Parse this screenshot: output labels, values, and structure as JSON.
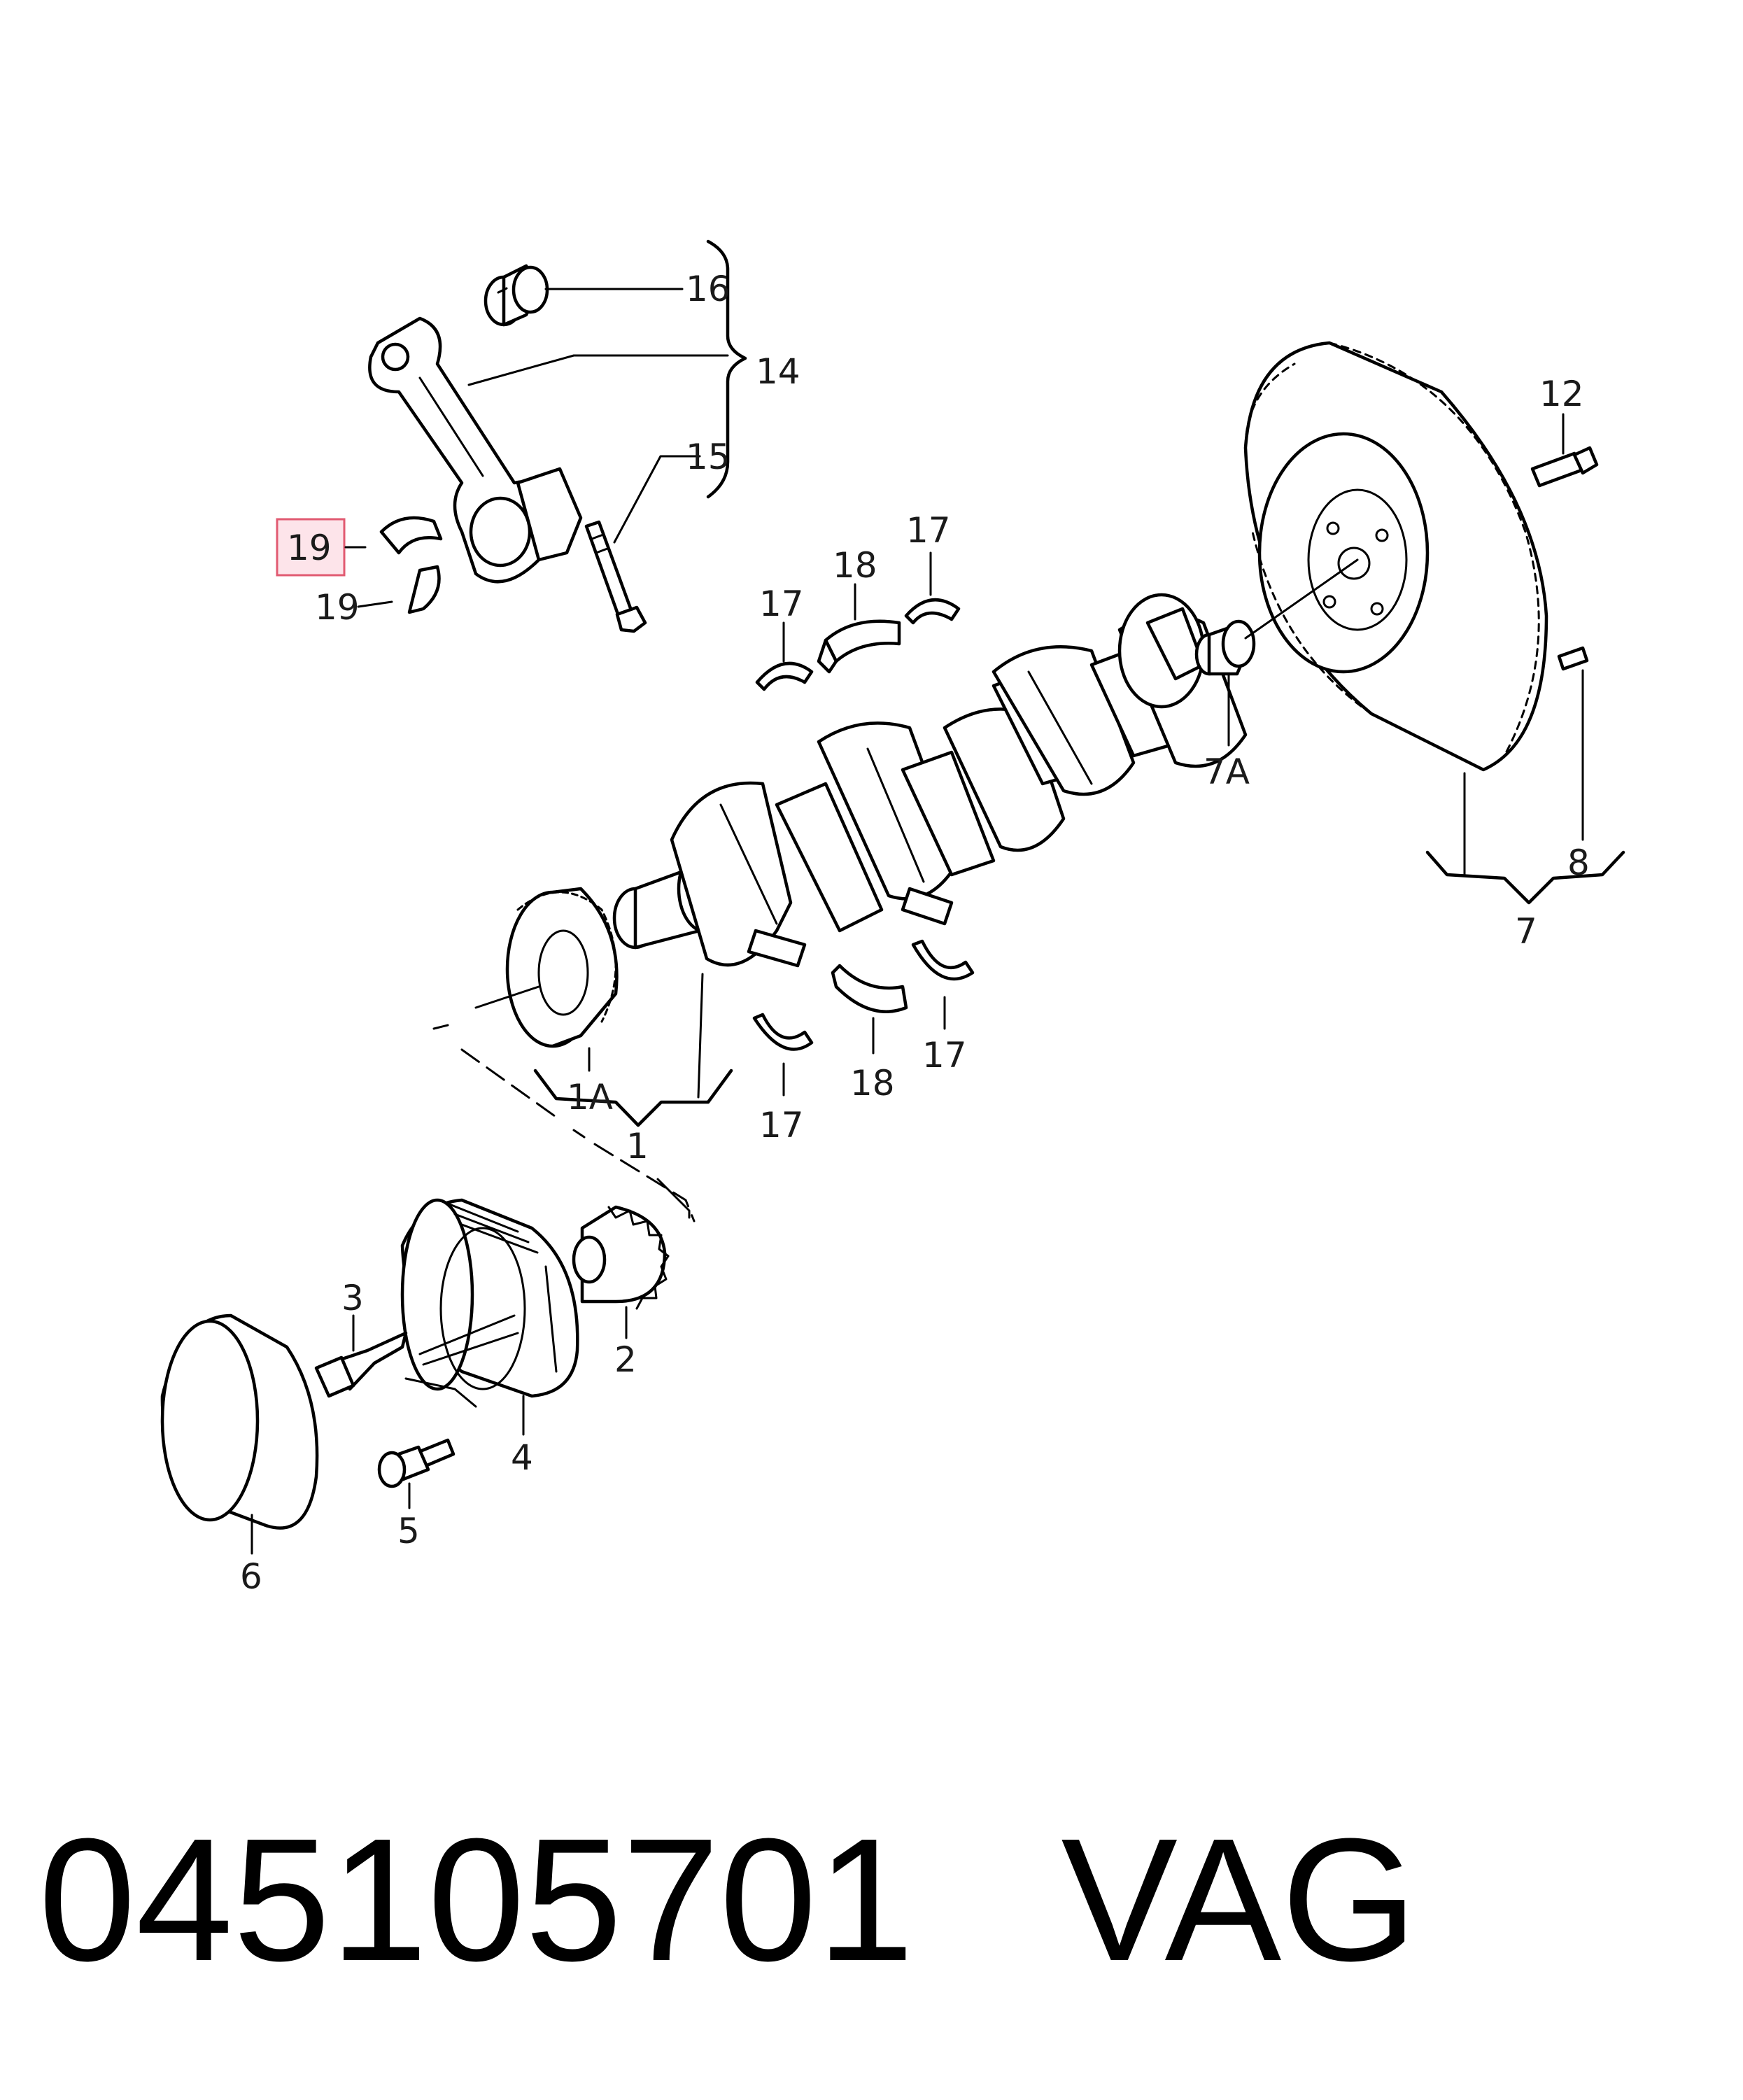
{
  "callouts": {
    "c16": "16",
    "c14": "14",
    "c15": "15",
    "c19a": "19",
    "c19b": "19",
    "c17a": "17",
    "c17b": "17",
    "c18a": "18",
    "c17c": "17",
    "c17d": "17",
    "c18b": "18",
    "c12": "12",
    "c7a": "7A",
    "c8": "8",
    "c7": "7",
    "c1a": "1A",
    "c1": "1",
    "c3": "3",
    "c2": "2",
    "c4": "4",
    "c5": "5",
    "c6": "6"
  },
  "highlight_color": "#e15a71",
  "part_number": "045105701",
  "brand": "VAG"
}
